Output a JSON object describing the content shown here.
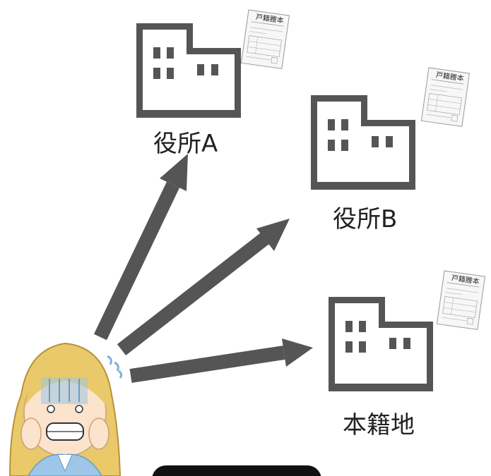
{
  "offices": [
    {
      "label": "役所A",
      "doc_title": "戸籍謄本"
    },
    {
      "label": "役所B",
      "doc_title": "戸籍謄本"
    },
    {
      "label": "本籍地",
      "doc_title": "戸籍謄本"
    }
  ],
  "colors": {
    "building": "#555555",
    "arrow": "#555555",
    "document_paper": "#f7f7f7",
    "person_hair": "#e9c96a",
    "person_shirt": "#9ec6e8",
    "pill": "#111111"
  },
  "icons": [
    "building-icon",
    "document-icon",
    "worried-person-icon",
    "arrow-icon"
  ]
}
